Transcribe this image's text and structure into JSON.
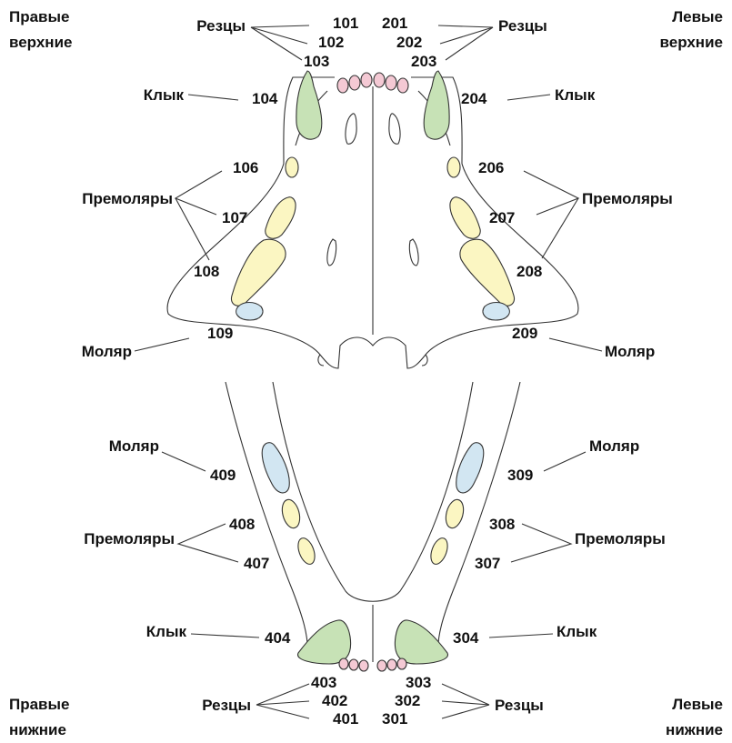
{
  "colors": {
    "canine": "#c7e2b6",
    "premolar": "#fbf6c2",
    "molar": "#d2e6f2",
    "incisor": "#f4c9d4",
    "outline": "#333333"
  },
  "corners": {
    "upper_right": [
      "Правые",
      "верхние"
    ],
    "upper_left": [
      "Левые",
      "верхние"
    ],
    "lower_right": [
      "Правые",
      "нижние"
    ],
    "lower_left": [
      "Левые",
      "нижние"
    ]
  },
  "labels": {
    "incisors": "Резцы",
    "canine": "Клык",
    "premolars": "Премоляры",
    "molar": "Моляр"
  },
  "teeth": {
    "upper_right": {
      "incisors": [
        "101",
        "102",
        "103"
      ],
      "canine": "104",
      "premolars": [
        "106",
        "107",
        "108"
      ],
      "molar": "109"
    },
    "upper_left": {
      "incisors": [
        "201",
        "202",
        "203"
      ],
      "canine": "204",
      "premolars": [
        "206",
        "207",
        "208"
      ],
      "molar": "209"
    },
    "lower_left": {
      "incisors": [
        "301",
        "302",
        "303"
      ],
      "canine": "304",
      "premolars": [
        "307",
        "308"
      ],
      "molar": "309"
    },
    "lower_right": {
      "incisors": [
        "401",
        "402",
        "403"
      ],
      "canine": "404",
      "premolars": [
        "407",
        "408"
      ],
      "molar": "409"
    }
  }
}
